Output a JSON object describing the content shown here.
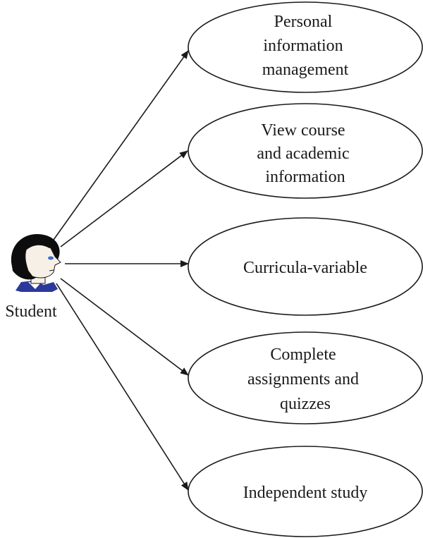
{
  "actor": {
    "label": "Student",
    "icon": "student-avatar-icon"
  },
  "use_cases": [
    {
      "id": "personal",
      "lines": [
        "Personal",
        "information",
        "management"
      ]
    },
    {
      "id": "course",
      "lines": [
        "View course",
        "and academic",
        "information"
      ]
    },
    {
      "id": "curricula",
      "lines": [
        "Curricula-variable"
      ]
    },
    {
      "id": "assignments",
      "lines": [
        "Complete",
        "assignments and",
        "quizzes"
      ]
    },
    {
      "id": "independent",
      "lines": [
        "Independent study"
      ]
    }
  ],
  "colors": {
    "line": "#1a1a1a",
    "hair": "#0d0d0d",
    "skin": "#f7f0e6",
    "collar": "#2b3a9a",
    "eye": "#3a6fd0"
  }
}
